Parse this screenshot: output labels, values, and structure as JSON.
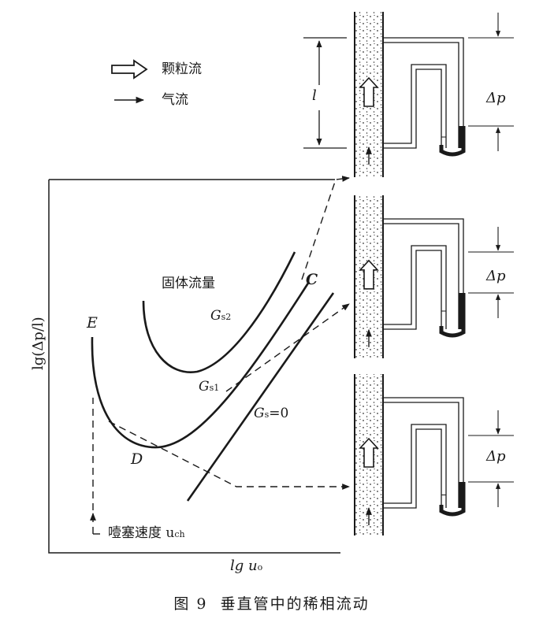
{
  "legend": {
    "particle_flow": "颗粒流",
    "gas_flow": "气流"
  },
  "axes": {
    "y_label": "lg(Δp/l)",
    "x_label": "lg u",
    "x_label_sub": "o"
  },
  "labels": {
    "solid_flow": "固体流量",
    "gs2": "G",
    "gs2_sub": "s2",
    "gs1": "G",
    "gs1_sub": "s1",
    "gs0": "G",
    "gs0_sub": "s",
    "gs0_value": "=0",
    "point_c": "C",
    "point_d": "D",
    "point_e": "E",
    "choking": "噎塞速度 u",
    "choking_sub": "ch"
  },
  "tubes": {
    "length_label": "l",
    "dp_label": "Δp"
  },
  "caption": {
    "figure_no": "图 9",
    "title": "垂直管中的稀相流动"
  }
}
